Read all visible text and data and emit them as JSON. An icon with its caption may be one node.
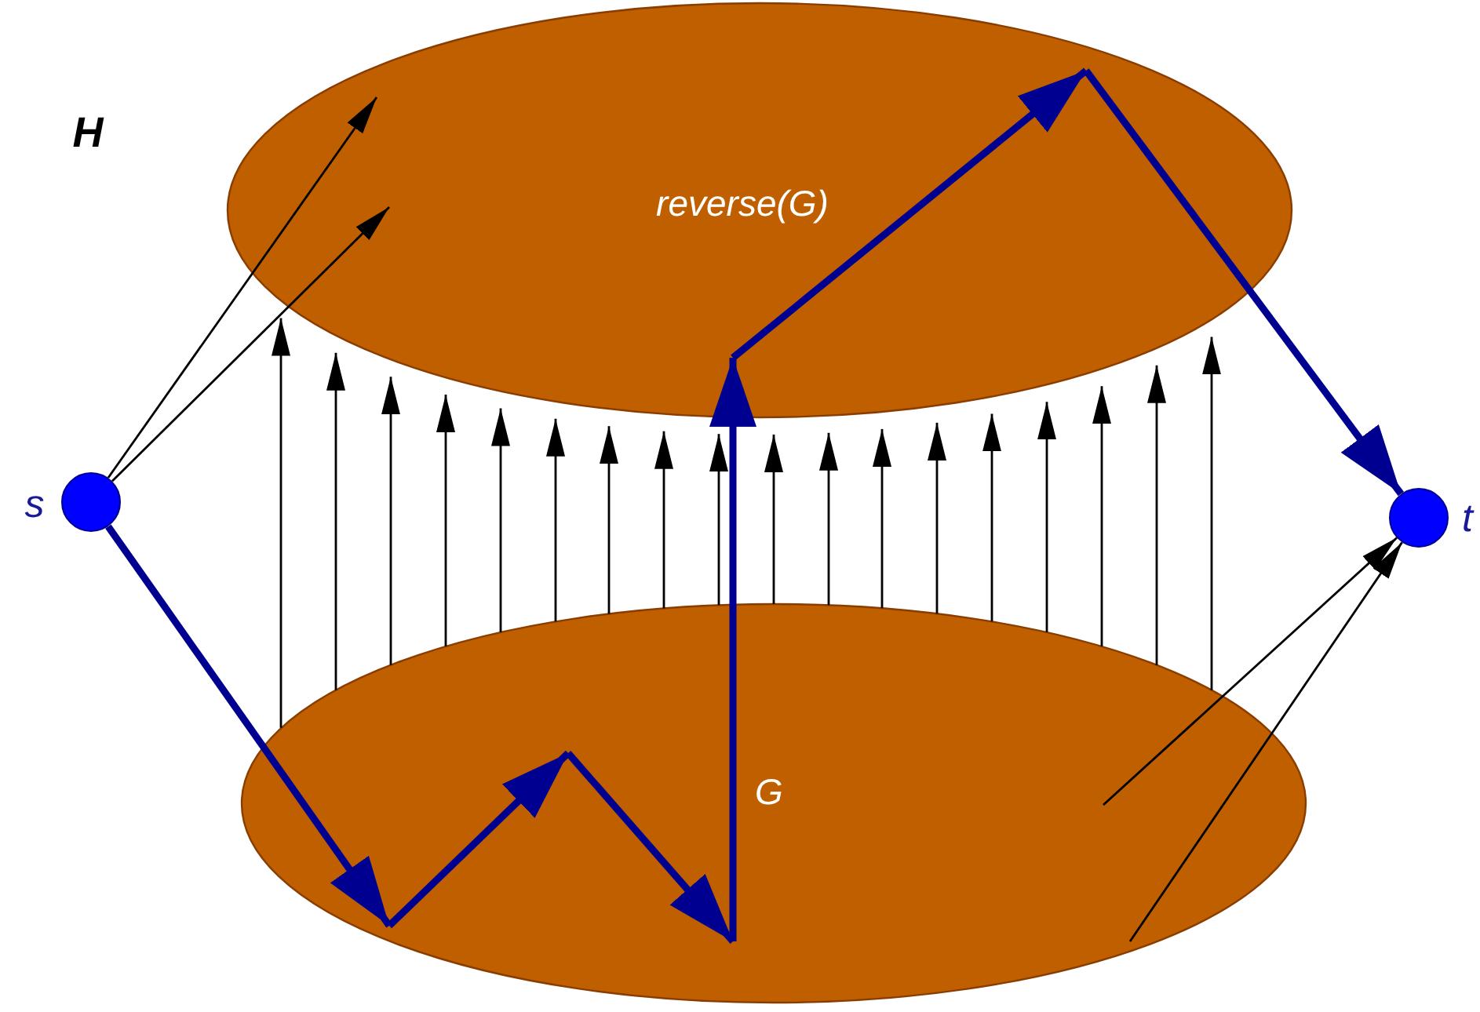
{
  "diagram": {
    "nodes": [
      {
        "text": [
          "reverse(G)"
        ]
      },
      {
        "text": [
          "G"
        ]
      },
      {
        "text": [],
        "shape": "circle",
        "beside": [
          "s"
        ]
      },
      {
        "text": [],
        "shape": "circle",
        "beside": [
          "t"
        ]
      }
    ],
    "edges": [
      {
        "from": 2,
        "to": 0,
        "arrow": "to"
      },
      {
        "from": 2,
        "to": 0,
        "arrow": "to"
      },
      {
        "from": 1,
        "to": 0,
        "arrow": "to"
      },
      {
        "from": 1,
        "to": 0,
        "arrow": "to"
      },
      {
        "from": 1,
        "to": 0,
        "arrow": "to"
      },
      {
        "from": 1,
        "to": 0,
        "arrow": "to"
      },
      {
        "from": 1,
        "to": 0,
        "arrow": "to"
      },
      {
        "from": 1,
        "to": 0,
        "arrow": "to"
      },
      {
        "from": 1,
        "to": 0,
        "arrow": "to"
      },
      {
        "from": 1,
        "to": 0,
        "arrow": "to"
      },
      {
        "from": 1,
        "to": 0,
        "arrow": "to"
      },
      {
        "from": 1,
        "to": 0,
        "arrow": "to"
      },
      {
        "from": 1,
        "to": 0,
        "arrow": "to"
      },
      {
        "from": 1,
        "to": 0,
        "arrow": "to"
      },
      {
        "from": 1,
        "to": 0,
        "arrow": "to"
      },
      {
        "from": 1,
        "to": 0,
        "arrow": "to"
      },
      {
        "from": 1,
        "to": 0,
        "arrow": "to"
      },
      {
        "from": 1,
        "to": 0,
        "arrow": "to"
      },
      {
        "from": 1,
        "to": 0,
        "arrow": "to"
      },
      {
        "from": 1,
        "to": 0,
        "arrow": "to"
      },
      {
        "from": 1,
        "to": 3,
        "arrow": "to"
      },
      {
        "from": 1,
        "to": 3,
        "arrow": "to"
      },
      {
        "from": 2,
        "to": 1,
        "arrow": "to",
        "style": "thick",
        "color": "#000090"
      },
      {
        "from": 1,
        "to": 0,
        "arrow": "to",
        "style": "thick",
        "color": "#000090"
      },
      {
        "from": 0,
        "to": 3,
        "arrow": "to",
        "style": "thick",
        "color": "#000090"
      }
    ],
    "labels": [
      "H"
    ]
  }
}
